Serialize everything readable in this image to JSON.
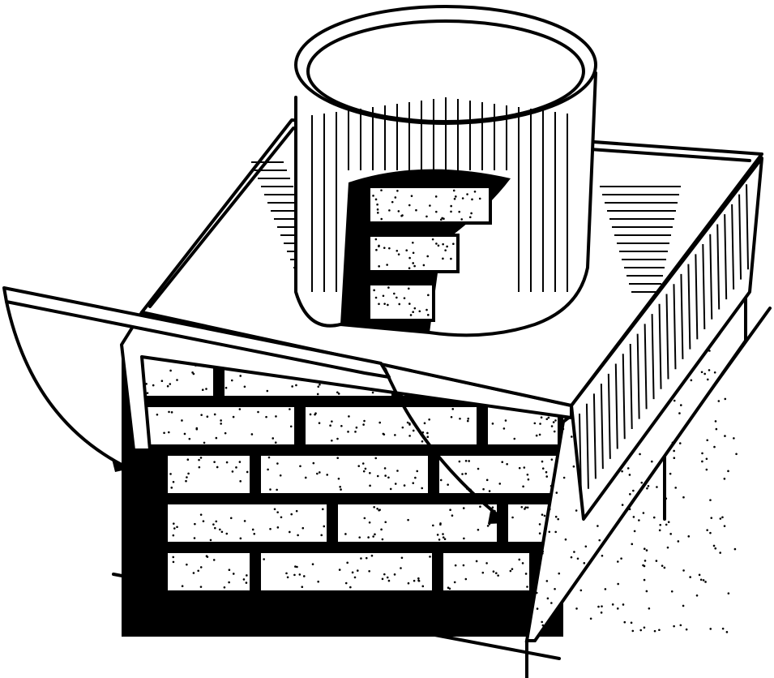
{
  "colors": {
    "ink": "#000000",
    "paper": "#ffffff"
  },
  "parts": [
    "brick-chimney",
    "cap-plate",
    "pipe-cylinder",
    "hinged-flap",
    "swing-arrow"
  ]
}
